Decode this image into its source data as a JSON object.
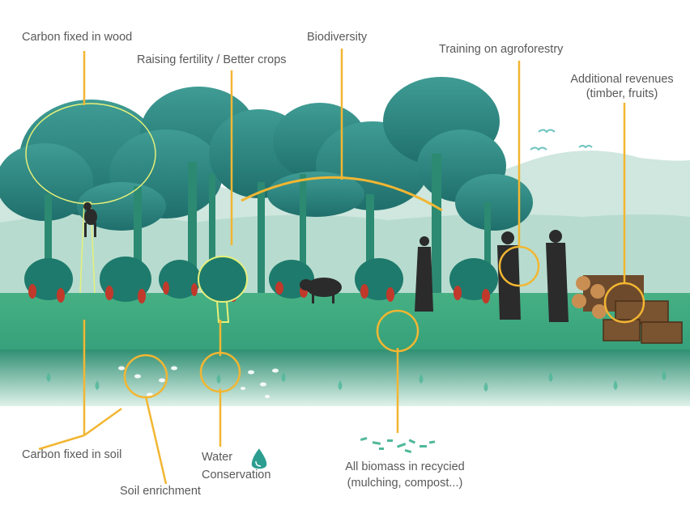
{
  "labels": {
    "carbon_wood": "Carbon fixed in wood",
    "fertility": "Raising fertility / Better crops",
    "biodiversity": "Biodiversity",
    "training": "Training on agroforestry",
    "revenues_1": "Additional revenues",
    "revenues_2": "(timber, fruits)",
    "carbon_soil": "Carbon fixed in soil",
    "soil_enrichment": "Soil enrichment",
    "water_1": "Water",
    "water_2": "Conservation",
    "biomass_1": "All biomass in recycied",
    "biomass_2": "(mulching, compost...)"
  },
  "colors": {
    "callout": "#f2b632",
    "text": "#595959",
    "canopy": "#2f8e88",
    "canopy_dark": "#1d6b6a",
    "ground": "#3aa87c",
    "soil": "#2d8a6f",
    "background_hills": "#cfe7de",
    "cocoa_pod": "#c0392b",
    "wood": "#6e4a2c",
    "silhouette": "#2b2b2b",
    "highlight_outline": "#e6f07a"
  },
  "icons": [
    "water-drop-icon",
    "bird-icon",
    "monkey-icon",
    "wild-boar-icon",
    "farmer-silhouette-icon",
    "timber-logs-icon",
    "wooden-crate-icon"
  ]
}
